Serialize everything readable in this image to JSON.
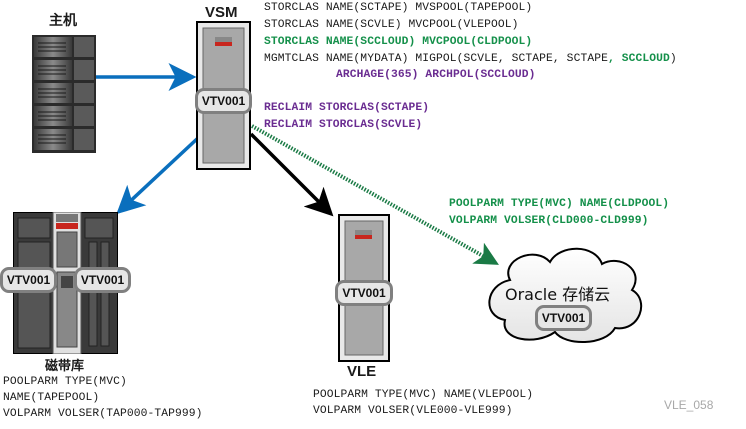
{
  "labels": {
    "host": "主机",
    "vsm": "VSM",
    "tape_library": "磁带库",
    "vle": "VLE",
    "cloud": "Oracle 存储云",
    "vtv": "VTV001",
    "figure_id": "VLE_058"
  },
  "vsm_config": {
    "line1": "STORCLAS NAME(SCTAPE) MVSPOOL(TAPEPOOL)",
    "line2": "STORCLAS NAME(SCVLE) MVCPOOL(VLEPOOL)",
    "line3": "STORCLAS NAME(SCCLOUD) MVCPOOL(CLDPOOL)",
    "line4_black": "MGMTCLAS NAME(MYDATA) MIGPOL(SCVLE, SCTAPE, SCTAPE",
    "line4_green": ", SCCLOUD",
    "line4_end": ")",
    "line5": "ARCHAGE(365) ARCHPOL(SCCLOUD)",
    "reclaim1": "RECLAIM STORCLAS(SCTAPE)",
    "reclaim2": "RECLAIM STORCLAS(SCVLE)"
  },
  "cloud_config": {
    "line1": "POOLPARM TYPE(MVC) NAME(CLDPOOL)",
    "line2": "VOLPARM VOLSER(CLD000-CLD999)"
  },
  "tape_config": {
    "line1": "POOLPARM TYPE(MVC)",
    "line2": "NAME(TAPEPOOL)",
    "line3": "VOLPARM VOLSER(TAP000-TAP999)"
  },
  "vle_config": {
    "line1": "POOLPARM TYPE(MVC) NAME(VLEPOOL)",
    "line2": "VOLPARM VOLSER(VLE000-VLE999)"
  },
  "colors": {
    "blue_arrow": "#0a6fbd",
    "green_text": "#14904a",
    "purple_text": "#6a2c91",
    "dotted_arrow": "#1a7a45"
  }
}
